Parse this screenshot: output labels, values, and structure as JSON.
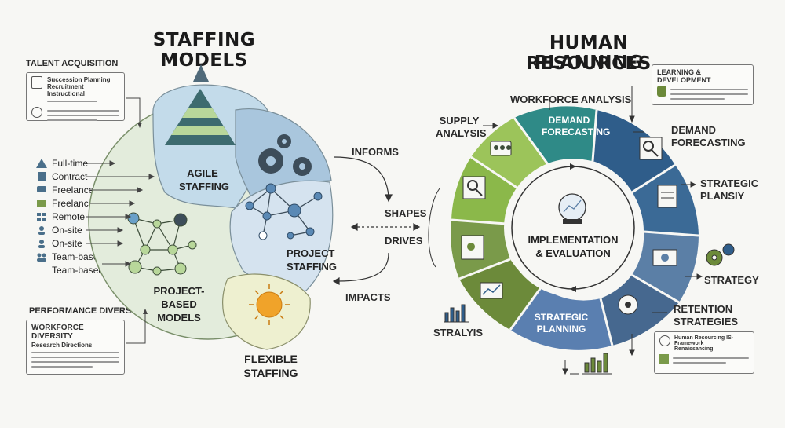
{
  "left": {
    "title": "STAFFING MODELS",
    "talent_box": {
      "header": "TALENT ACQUISITION",
      "line1": "Succession Planning",
      "line2": "Recruitment Instructional"
    },
    "list": [
      {
        "label": "Full-time",
        "icon": "pyramid-icon"
      },
      {
        "label": "Contract",
        "icon": "document-icon"
      },
      {
        "label": "Freelance",
        "icon": "chat-icon"
      },
      {
        "label": "Freelance",
        "icon": "mail-icon"
      },
      {
        "label": "Remote",
        "icon": "grid-icon"
      },
      {
        "label": "On-site",
        "icon": "person-icon"
      },
      {
        "label": "On-site",
        "icon": "person-icon"
      },
      {
        "label": "Team-based",
        "icon": "team-icon"
      },
      {
        "label": "Team-based",
        "icon": ""
      }
    ],
    "performance_box": {
      "header": "PERFORMANCE DIVERSITS",
      "title": "WORKFORCE DIVERSITY",
      "subtitle": "Research Directions"
    },
    "agile": "AGILE STAFFING",
    "project_based": "PROJECT-BASED MODELS",
    "project_staffing": "PROJECT STAFFING",
    "flexible": "FLEXIBLE STAFFING"
  },
  "middle": {
    "informs": "INFORMS",
    "shapes": "SHAPES",
    "drives": "DRIVES",
    "impacts": "IMPACTS"
  },
  "right": {
    "title_line1": "HUMAN RESOURCES",
    "title_line2": "PLANNING",
    "workforce_analysis": "WORKFORCE ANALYSIS",
    "supply_analysis": "SUPPLY ANALYSIS",
    "demand_segment": "DEMAND FORECASTING",
    "demand_outer": "DEMAND FORECASTING",
    "strategic_plansiy": "STRATEGIC PLANSIY",
    "strategy": "STRATEGY",
    "retention": "RETENTION STRATEGIES",
    "strategic_planning": "STRATEGIC PLANNING",
    "stralyis": "STRALYIS",
    "center": "IMPLEMENTATION & EVALUATION",
    "learning_box": {
      "header": "LEARNING & DEVELOPMENT"
    },
    "bottom_box": {
      "line1": "Human Resourcing IS-Framework",
      "line2": "Renaissancing"
    }
  },
  "colors": {
    "teal": "#2f8a87",
    "navy": "#2f5d8a",
    "lightgreen": "#8bb84a",
    "olive": "#6c8a3a",
    "lightblue": "#9ec3dc",
    "mint": "#d9e6d0",
    "sun": "#f0a32a"
  }
}
